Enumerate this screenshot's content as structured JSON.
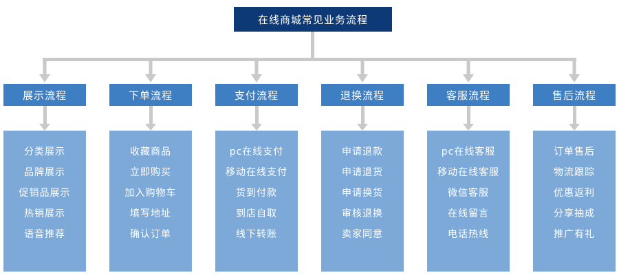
{
  "title": "在线商城常见业务流程",
  "colors": {
    "title_bg": "#0d3a76",
    "category_bg": "#3e7ec2",
    "detail_bg": "#7da9d8",
    "arrow": "#c9c9c9",
    "text": "#ffffff"
  },
  "columns": [
    {
      "label": "展示流程",
      "items": [
        "分类展示",
        "品牌展示",
        "促销品展示",
        "热销展示",
        "语音推荐"
      ]
    },
    {
      "label": "下单流程",
      "items": [
        "收藏商品",
        "立即购买",
        "加入购物车",
        "填写地址",
        "确认订单"
      ]
    },
    {
      "label": "支付流程",
      "items": [
        "pc在线支付",
        "移动在线支付",
        "货到付款",
        "到店自取",
        "线下转账"
      ]
    },
    {
      "label": "退换流程",
      "items": [
        "申请退款",
        "申请退货",
        "申请换货",
        "审核退换",
        "卖家同意"
      ]
    },
    {
      "label": "客服流程",
      "items": [
        "pc在线客服",
        "移动在线客服",
        "微信客服",
        "在线留言",
        "电话热线"
      ]
    },
    {
      "label": "售后流程",
      "items": [
        "订单售后",
        "物流跟踪",
        "优惠返利",
        "分享抽成",
        "推广有礼"
      ]
    }
  ]
}
